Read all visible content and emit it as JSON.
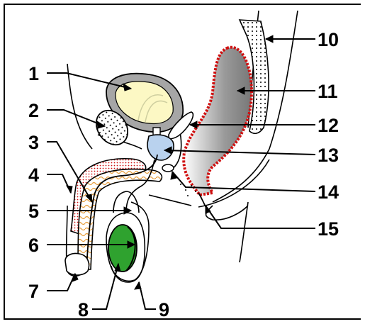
{
  "diagram": {
    "labels": [
      {
        "id": "1",
        "text": "1"
      },
      {
        "id": "2",
        "text": "2"
      },
      {
        "id": "3",
        "text": "3"
      },
      {
        "id": "4",
        "text": "4"
      },
      {
        "id": "5",
        "text": "5"
      },
      {
        "id": "6",
        "text": "6"
      },
      {
        "id": "7",
        "text": "7"
      },
      {
        "id": "8",
        "text": "8"
      },
      {
        "id": "9",
        "text": "9"
      },
      {
        "id": "10",
        "text": "10"
      },
      {
        "id": "11",
        "text": "11"
      },
      {
        "id": "12",
        "text": "12"
      },
      {
        "id": "13",
        "text": "13"
      },
      {
        "id": "14",
        "text": "14"
      },
      {
        "id": "15",
        "text": "15"
      }
    ],
    "colors": {
      "bladder_wall": "#a6a6a6",
      "bladder_fill": "#fcf8c4",
      "prostate": "#b9d2ee",
      "testis": "#2fa22f",
      "rectum_border": "#d01010",
      "corpus_spongiosum": "#e8a040",
      "corpus_cavernosum_dots": "#d01010"
    }
  }
}
